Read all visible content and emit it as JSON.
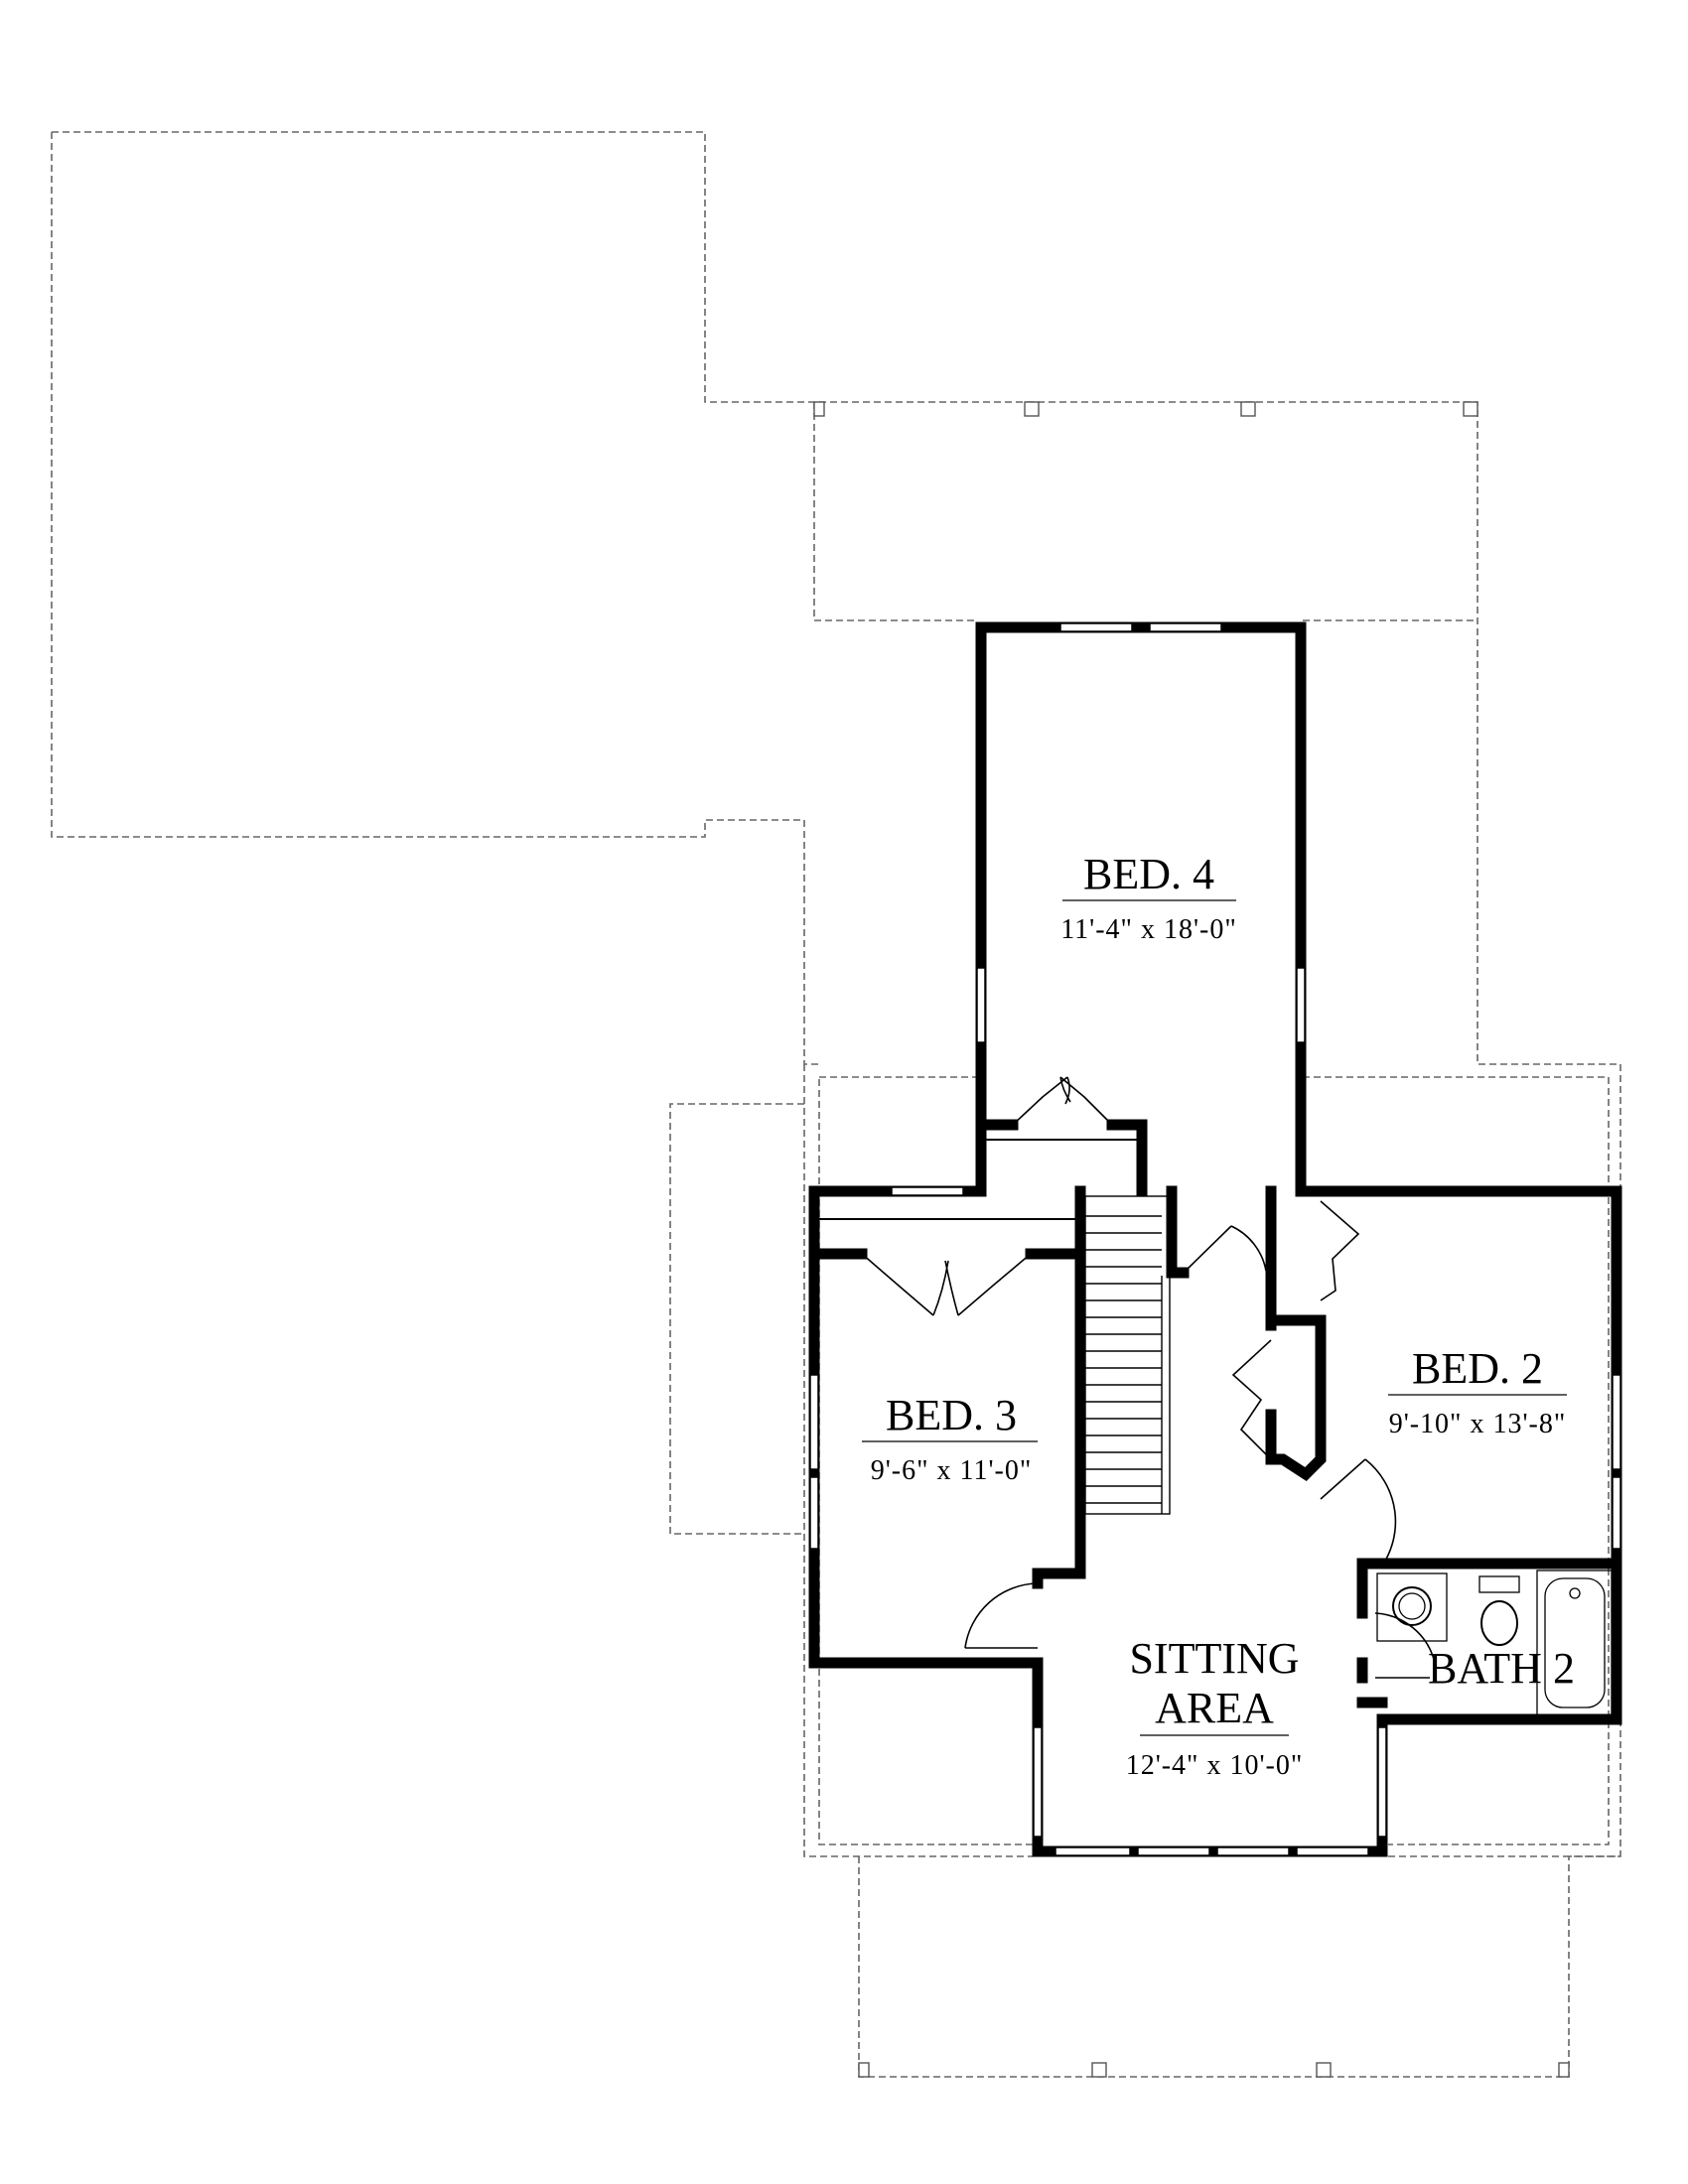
{
  "diagram": {
    "type": "floor-plan",
    "rooms": {
      "bed4": {
        "name": "BED. 4",
        "dims": "11'-4\" x 18'-0\""
      },
      "bed3": {
        "name": "BED. 3",
        "dims": "9'-6\" x 11'-0\""
      },
      "bed2": {
        "name": "BED. 2",
        "dims": "9'-10\" x 13'-8\""
      },
      "sitting": {
        "name_line1": "SITTING",
        "name_line2": "AREA",
        "dims": "12'-4\" x 10'-0\""
      },
      "bath2": {
        "name": "BATH 2"
      }
    },
    "colors": {
      "wall": "#000000",
      "outline": "#666666",
      "background": "#ffffff"
    }
  }
}
